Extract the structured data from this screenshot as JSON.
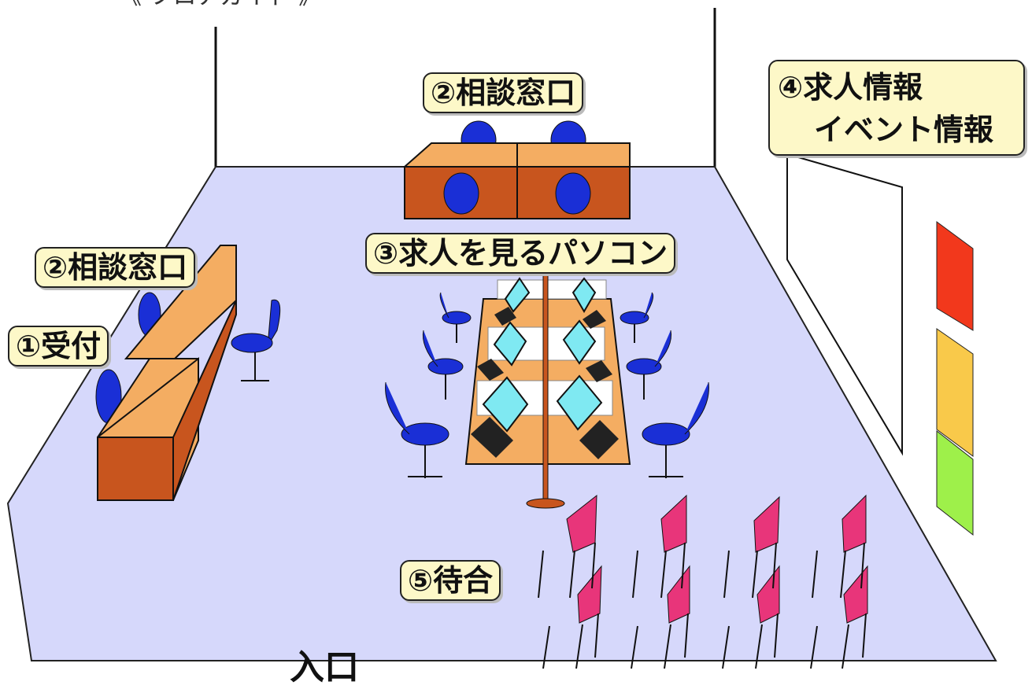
{
  "title": "《 フロアガイド 》",
  "labels": {
    "consult_back": "②相談窓口",
    "consult_left": "②相談窓口",
    "reception": "①受付",
    "computers": "③求人を見るパソコン",
    "job_info_line1": "④求人情報",
    "job_info_line2": "イベント情報",
    "waiting": "⑤待合",
    "entrance": "入口"
  },
  "colors": {
    "floor": "#d6d8fb",
    "desk_top": "#f4ad62",
    "desk_front": "#c8551e",
    "chair_blue": "#1a2fd6",
    "chair_pink": "#e8357a",
    "monitor": "#7fe9f2",
    "label_bg": "#fdf8c8",
    "board_red": "#f2381c",
    "board_orange": "#f9c94a",
    "board_green": "#9ef04a"
  }
}
